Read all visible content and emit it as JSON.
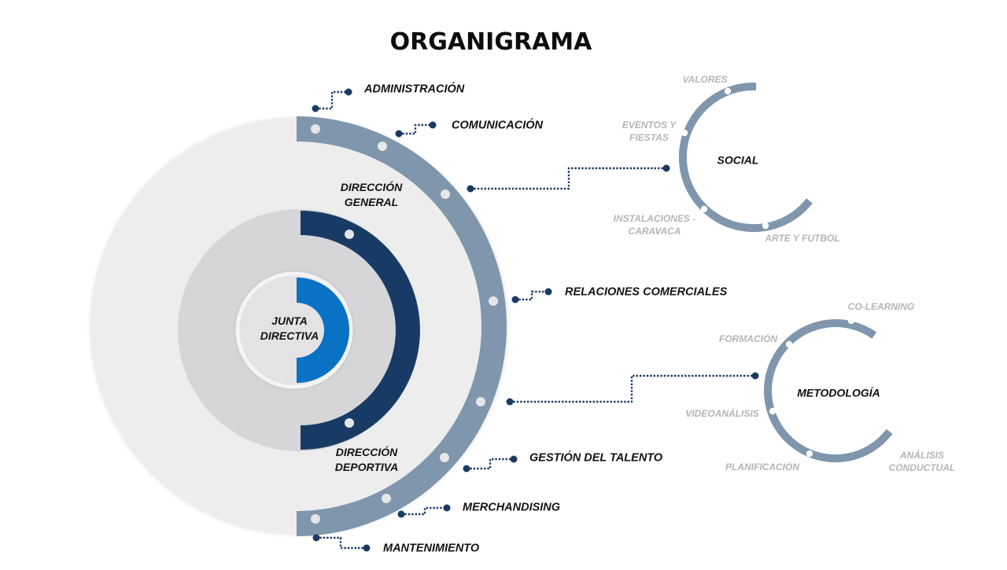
{
  "title": "ORGANIGRAMA",
  "colors": {
    "outer_disc": "#ededee",
    "inner_disc": "#d6d6d8",
    "center_disc": "#e3e3e5",
    "outer_ring": "#7f96ac",
    "middle_ring": "#173b65",
    "core_ring": "#0a72c4",
    "connector": "#1b3a63",
    "ring_dot": "#e6e6e6",
    "sub_label": "#b3b6ba"
  },
  "core": {
    "junta": "JUNTA\nDIRECTIVA",
    "direccion_general": "DIRECCIÓN\nGENERAL",
    "direccion_deportiva": "DIRECCIÓN\nDEPORTIVA"
  },
  "departments": [
    {
      "id": "administracion",
      "label": "ADMINISTRACIÓN"
    },
    {
      "id": "comunicacion",
      "label": "COMUNICACIÓN"
    },
    {
      "id": "relaciones-comerciales",
      "label": "RELACIONES COMERCIALES"
    },
    {
      "id": "gestion-talento",
      "label": "GESTIÓN DEL TALENTO"
    },
    {
      "id": "merchandising",
      "label": "MERCHANDISING"
    },
    {
      "id": "mantenimiento",
      "label": "MANTENIMIENTO"
    }
  ],
  "social": {
    "label": "SOCIAL",
    "items": [
      "VALORES",
      "EVENTOS Y\nFIESTAS",
      "INSTALACIONES -\nCARAVACA",
      "ARTE Y FUTBOL"
    ]
  },
  "metodologia": {
    "label": "METODOLOGÍA",
    "items": [
      "CO-LEARNING",
      "FORMACIÓN",
      "VIDEOANÁLISIS",
      "PLANIFICACIÓN",
      "ANÁLISIS\nCONDUCTUAL"
    ]
  }
}
